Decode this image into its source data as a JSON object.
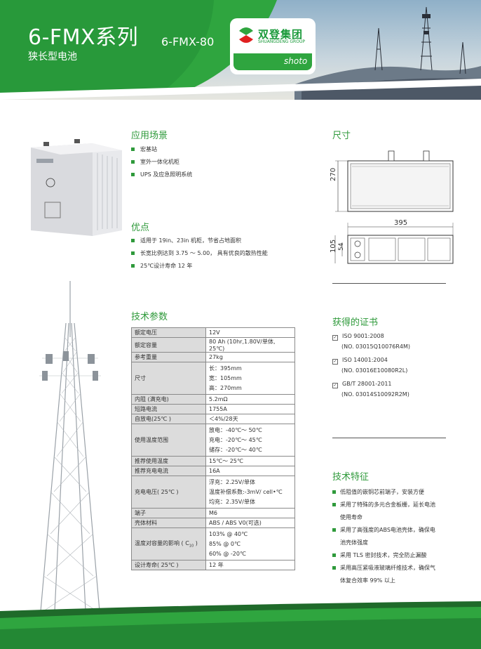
{
  "header": {
    "title": "6-FMX系列",
    "subtitle": "狭长型电池",
    "model": "6-FMX-80",
    "logo_cn": "双登集团",
    "logo_en": "SHUANGDENG GROUP",
    "logo_brand": "shoto"
  },
  "sections": {
    "application": "应用场景",
    "size": "尺寸",
    "advantages": "优点",
    "tech_params": "技术参数",
    "certificates": "获得的证书",
    "features": "技术特征"
  },
  "application_items": [
    "宏基站",
    "室外一体化机柜",
    "UPS 及应急照明系统"
  ],
  "advantage_items": [
    "适用于 19in、23in 机柜，节省占地面积",
    "长宽比例达到 3.75 ～ 5.00， 具有优良的散热性能",
    "25℃设计寿命 12 年"
  ],
  "dimensions": {
    "height": "270",
    "length": "395",
    "width": "105",
    "terminal": "54"
  },
  "specs": {
    "rated_voltage": {
      "k": "额定电压",
      "v": "12V"
    },
    "rated_capacity": {
      "k": "额定容量",
      "v": "80 Ah (10hr,1.80V/单体, 25℃)"
    },
    "weight": {
      "k": "参考重量",
      "v": "27kg"
    },
    "size": {
      "k": "尺寸",
      "v1": "长：395mm",
      "v2": "宽：105mm",
      "v3": "高：270mm"
    },
    "resistance": {
      "k": "内阻 (满充电)",
      "v": "5.2mΩ"
    },
    "short_circuit": {
      "k": "短路电流",
      "v": "1755A"
    },
    "self_discharge": {
      "k": "自放电(25℃ )",
      "v": "＜4%/28天"
    },
    "temp_range": {
      "k": "使用温度范围",
      "v1": "放电：-40℃～ 50℃",
      "v2": "充电：-20℃～ 45℃",
      "v3": "储存：-20℃～ 40℃"
    },
    "rec_temp": {
      "k": "推荐使用温度",
      "v": "15℃～ 25℃"
    },
    "rec_current": {
      "k": "推荐充电电流",
      "v": "16A"
    },
    "charge_voltage": {
      "k": "充电电压( 25℃ )",
      "v1": "浮充：2.25V/单体",
      "v2": "温度补偿系数:-3mV/ cell•℃",
      "v3": "均充：2.35V/单体"
    },
    "terminal": {
      "k": "端子",
      "v": "M6"
    },
    "shell": {
      "k": "壳体材料",
      "v": "ABS / ABS V0(可选)"
    },
    "temp_capacity": {
      "k": "温度对容量的影响 ( C",
      "k_sub": "10",
      "k_end": " )",
      "v1": "103% @ 40℃",
      "v2": "85% @ 0℃",
      "v3": "60% @ -20℃"
    },
    "design_life": {
      "k": "设计寿命( 25℃ )",
      "v": "12 年"
    }
  },
  "certificates": [
    {
      "name": "ISO 9001:2008",
      "no": "(NO. 03015Q10076R4M)"
    },
    {
      "name": "ISO 14001:2004",
      "no": "(NO. 03016E10080R2L)"
    },
    {
      "name": "GB/T 28001-2011",
      "no": "(NO. 03014S10092R2M)"
    }
  ],
  "features": [
    {
      "l1": "低阻值的嵌铜芯前端子，安装方便",
      "l2": ""
    },
    {
      "l1": "采用了特殊的多元合金板栅，延长电池",
      "l2": "使用寿命"
    },
    {
      "l1": "采用了高强度的ABS电池壳体，确保电",
      "l2": "池壳体强度"
    },
    {
      "l1": "采用 TLS 密封技术，完全防止漏酸",
      "l2": ""
    },
    {
      "l1": "采用高压紧吸液玻璃纤维技术，确保气",
      "l2": "体复合效率 99% 以上"
    }
  ],
  "colors": {
    "green": "#2f9a3b",
    "dark_green": "#1f6a2a"
  }
}
